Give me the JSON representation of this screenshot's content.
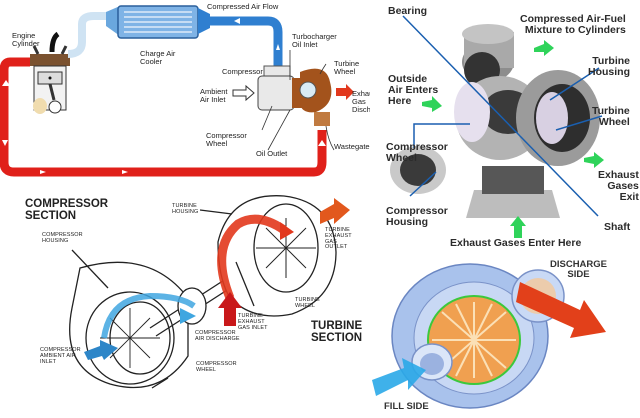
{
  "panels": {
    "engine_system": {
      "title": "Turbocharger engine air/exhaust flow system",
      "labels": {
        "engine_cylinder": "Engine\nCylinder",
        "charge_air_cooler": "Charge Air\nCooler",
        "compressed_air_flow": "Compressed Air Flow",
        "turbocharger_oil_inlet": "Turbocharger\nOil Inlet",
        "compressor": "Compressor",
        "turbine_wheel": "Turbine\nWheel",
        "ambient_air_inlet": "Ambient\nAir Inlet",
        "exhaust_gas_discharge": "Exhau\nGas\nDischa",
        "compressor_wheel": "Compressor\nWheel",
        "oil_outlet": "Oil Outlet",
        "wastegate": "Wastegate"
      },
      "colors": {
        "exhaust_pipe": "#e0201a",
        "air_pipe": "#2f7fd0",
        "intake_pipe": "#cfe3f3",
        "turbine": "#a3531c"
      }
    },
    "cutaway_3d": {
      "labels": {
        "bearing": "Bearing",
        "compressed_air_fuel": "Compressed Air-Fuel\nMixture to Cylinders",
        "outside_air": "Outside\nAir Enters\nHere",
        "turbine_housing": "Turbine\nHousing",
        "turbine_wheel": "Turbine\nWheel",
        "compressor_wheel": "Compressor\nWheel",
        "exhaust_gases_exit": "Exhaust\nGases\nExit",
        "compressor_housing": "Compressor\nHousing",
        "shaft": "Shaft",
        "exhaust_gases_enter": "Exhaust Gases Enter Here"
      },
      "colors": {
        "arrow": "#2fd35a",
        "leader": "#1a5fb0",
        "metal": "#9a9a9a"
      }
    },
    "sections": {
      "labels": {
        "compressor_section": "COMPRESSOR\nSECTION",
        "turbine_section": "TURBINE\nSECTION",
        "compressor_housing": "COMPRESSOR\nHOUSING",
        "turbine_housing": "TURBINE\nHOUSING",
        "turbine_exhaust_outlet": "TURBINE\nEXHAUST\nGAS\nOUTLET",
        "turbine_wheel": "TURBINE\nWHEEL",
        "turbine_exhaust_inlet": "TURBINE\nEXHAUST\nGAS INLET",
        "compressor_air_discharge": "COMPRESSOR\nAIR DISCHARGE",
        "compressor_ambient_inlet": "COMPRESSOR\nAMBIENT AIR\nINLET",
        "compressor_wheel": "COMPRESSOR\nWHEEL"
      },
      "colors": {
        "hot": "#e2381d",
        "cold": "#3fa6e0"
      }
    },
    "compressor_render": {
      "labels": {
        "discharge_side": "DISCHARGE\nSIDE",
        "fill_side": "FILL SIDE"
      },
      "colors": {
        "housing": "#a9c2ec",
        "impeller": "#f0a050",
        "seal": "#3cc83c",
        "discharge_arrow": "#e2401a",
        "fill_arrow": "#2aa8e8"
      }
    }
  }
}
